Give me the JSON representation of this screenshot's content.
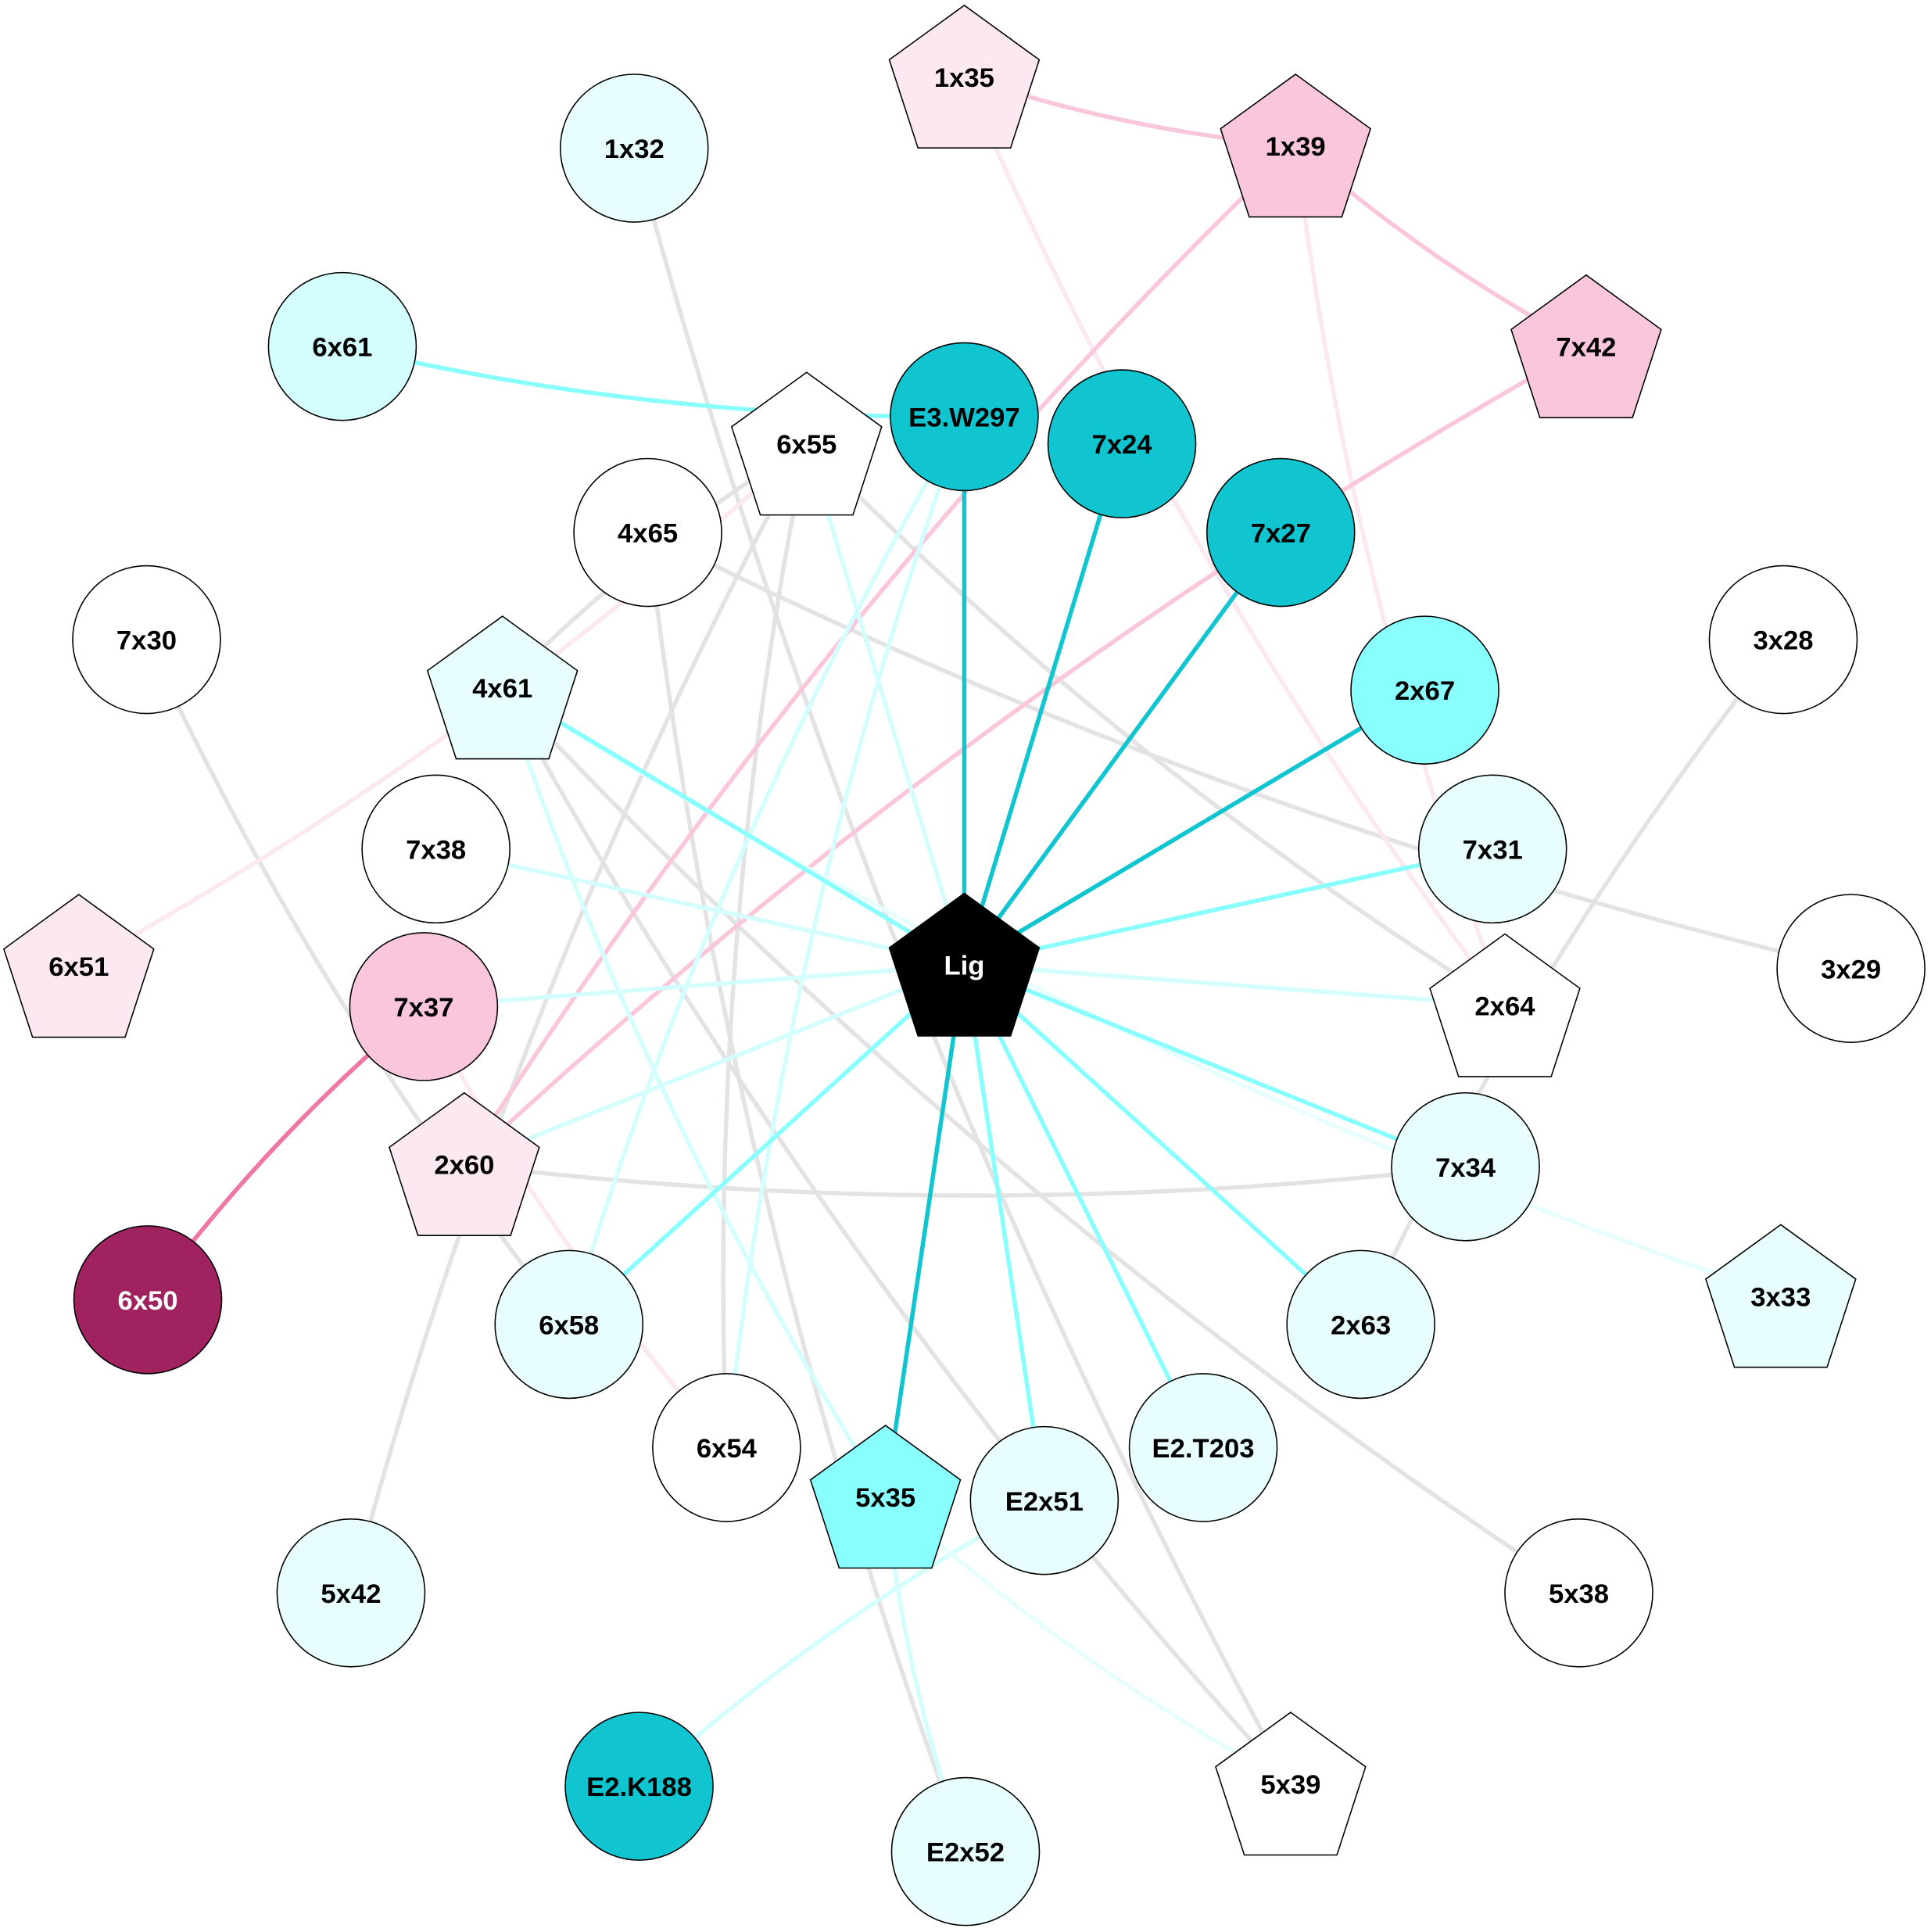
{
  "colors": {
    "dark_teal": "#10c5d0",
    "cyan": "#88fefe",
    "light_cyan": "#d4fefe",
    "pale_cyan": "#e8fefe",
    "pink": "#f9c6dc",
    "pale_pink": "#fce8f0",
    "dark_pink": "#ee77a5",
    "magenta": "#a0225e",
    "gray": "#e3e3e3",
    "white": "#ffffff",
    "black": "#000000"
  },
  "nodes": [
    {
      "id": "1x35",
      "shape": "pentagon",
      "fill": "#fce8f0",
      "text": "#000"
    },
    {
      "id": "1x39",
      "shape": "pentagon",
      "fill": "#f9c6dc",
      "text": "#000"
    },
    {
      "id": "1x32",
      "shape": "circle",
      "fill": "#e8fefe",
      "text": "#000"
    },
    {
      "id": "6x61",
      "shape": "circle",
      "fill": "#d4fefe",
      "text": "#000"
    },
    {
      "id": "7x42",
      "shape": "pentagon",
      "fill": "#f9c6dc",
      "text": "#000"
    },
    {
      "id": "E3.W297",
      "shape": "circle",
      "fill": "#10c5d0",
      "text": "#000"
    },
    {
      "id": "6x55",
      "shape": "pentagon",
      "fill": "#ffffff",
      "text": "#000"
    },
    {
      "id": "7x24",
      "shape": "circle",
      "fill": "#10c5d0",
      "text": "#000"
    },
    {
      "id": "4x65",
      "shape": "circle",
      "fill": "#ffffff",
      "text": "#000"
    },
    {
      "id": "7x27",
      "shape": "circle",
      "fill": "#10c5d0",
      "text": "#000"
    },
    {
      "id": "7x30",
      "shape": "circle",
      "fill": "#ffffff",
      "text": "#000"
    },
    {
      "id": "3x28",
      "shape": "circle",
      "fill": "#ffffff",
      "text": "#000"
    },
    {
      "id": "4x61",
      "shape": "pentagon",
      "fill": "#e8fefe",
      "text": "#000"
    },
    {
      "id": "2x67",
      "shape": "circle",
      "fill": "#88fefe",
      "text": "#000"
    },
    {
      "id": "7x38",
      "shape": "circle",
      "fill": "#ffffff",
      "text": "#000"
    },
    {
      "id": "7x31",
      "shape": "circle",
      "fill": "#e8fefe",
      "text": "#000"
    },
    {
      "id": "6x51",
      "shape": "pentagon",
      "fill": "#fce8f0",
      "text": "#000"
    },
    {
      "id": "Lig",
      "shape": "pentagon",
      "fill": "#000000",
      "text": "#fff"
    },
    {
      "id": "3x29",
      "shape": "circle",
      "fill": "#ffffff",
      "text": "#000"
    },
    {
      "id": "7x37",
      "shape": "circle",
      "fill": "#f9c6dc",
      "text": "#000"
    },
    {
      "id": "2x64",
      "shape": "pentagon",
      "fill": "#ffffff",
      "text": "#000"
    },
    {
      "id": "2x60",
      "shape": "pentagon",
      "fill": "#fce8f0",
      "text": "#000"
    },
    {
      "id": "7x34",
      "shape": "circle",
      "fill": "#e8fefe",
      "text": "#000"
    },
    {
      "id": "6x50",
      "shape": "circle",
      "fill": "#a0225e",
      "text": "#fff"
    },
    {
      "id": "3x33",
      "shape": "pentagon",
      "fill": "#e8fefe",
      "text": "#000"
    },
    {
      "id": "6x58",
      "shape": "circle",
      "fill": "#e8fefe",
      "text": "#000"
    },
    {
      "id": "2x63",
      "shape": "circle",
      "fill": "#e8fefe",
      "text": "#000"
    },
    {
      "id": "6x54",
      "shape": "circle",
      "fill": "#ffffff",
      "text": "#000"
    },
    {
      "id": "E2.T203",
      "shape": "circle",
      "fill": "#e8fefe",
      "text": "#000"
    },
    {
      "id": "5x35",
      "shape": "pentagon",
      "fill": "#88fefe",
      "text": "#000"
    },
    {
      "id": "E2x51",
      "shape": "circle",
      "fill": "#e8fefe",
      "text": "#000"
    },
    {
      "id": "5x42",
      "shape": "circle",
      "fill": "#e8fefe",
      "text": "#000"
    },
    {
      "id": "5x38",
      "shape": "circle",
      "fill": "#ffffff",
      "text": "#000"
    },
    {
      "id": "E2.K188",
      "shape": "circle",
      "fill": "#10c5d0",
      "text": "#000"
    },
    {
      "id": "5x39",
      "shape": "pentagon",
      "fill": "#ffffff",
      "text": "#000"
    },
    {
      "id": "E2x52",
      "shape": "circle",
      "fill": "#e8fefe",
      "text": "#000"
    }
  ],
  "edges": [
    {
      "s": "1x32",
      "t": "5x39",
      "color": "#e3e3e3"
    },
    {
      "s": "6x55",
      "t": "4x61",
      "color": "#e3e3e3"
    },
    {
      "s": "6x55",
      "t": "5x42",
      "color": "#e3e3e3"
    },
    {
      "s": "6x55",
      "t": "6x54",
      "color": "#e3e3e3"
    },
    {
      "s": "6x55",
      "t": "2x64",
      "color": "#e3e3e3"
    },
    {
      "s": "4x65",
      "t": "E2x52",
      "color": "#e3e3e3"
    },
    {
      "s": "4x65",
      "t": "3x29",
      "color": "#e3e3e3"
    },
    {
      "s": "4x61",
      "t": "5x38",
      "color": "#e3e3e3"
    },
    {
      "s": "4x61",
      "t": "5x39",
      "color": "#e3e3e3"
    },
    {
      "s": "7x30",
      "t": "6x58",
      "color": "#e3e3e3"
    },
    {
      "s": "3x28",
      "t": "2x63",
      "color": "#e3e3e3"
    },
    {
      "s": "2x60",
      "t": "7x34",
      "color": "#e3e3e3"
    },
    {
      "s": "6x51",
      "t": "6x55",
      "color": "#fce8f0"
    },
    {
      "s": "1x35",
      "t": "2x64",
      "color": "#fce8f0"
    },
    {
      "s": "1x39",
      "t": "2x64",
      "color": "#fce8f0"
    },
    {
      "s": "7x37",
      "t": "6x54",
      "color": "#fce8f0"
    },
    {
      "s": "1x35",
      "t": "1x39",
      "color": "#f9c6dc"
    },
    {
      "s": "1x39",
      "t": "7x42",
      "color": "#f9c6dc"
    },
    {
      "s": "1x39",
      "t": "2x60",
      "color": "#f9c6dc"
    },
    {
      "s": "7x42",
      "t": "2x60",
      "color": "#f9c6dc"
    },
    {
      "s": "7x37",
      "t": "6x50",
      "color": "#ee77a5"
    },
    {
      "s": "6x61",
      "t": "E3.W297",
      "color": "#88fefe"
    },
    {
      "s": "E3.W297",
      "t": "6x58",
      "color": "#d4fefe"
    },
    {
      "s": "E3.W297",
      "t": "6x54",
      "color": "#d4fefe"
    },
    {
      "s": "4x61",
      "t": "5x35",
      "color": "#d4fefe"
    },
    {
      "s": "4x61",
      "t": "3x33",
      "color": "#e8fefe"
    },
    {
      "s": "E2x51",
      "t": "E2.K188",
      "color": "#d4fefe"
    },
    {
      "s": "5x35",
      "t": "5x39",
      "color": "#e8fefe"
    },
    {
      "s": "5x35",
      "t": "E2x52",
      "color": "#d4fefe"
    },
    {
      "s": "Lig",
      "t": "6x55",
      "color": "#d4fefe"
    },
    {
      "s": "Lig",
      "t": "7x38",
      "color": "#d4fefe"
    },
    {
      "s": "Lig",
      "t": "7x37",
      "color": "#d4fefe"
    },
    {
      "s": "Lig",
      "t": "2x60",
      "color": "#d4fefe"
    },
    {
      "s": "Lig",
      "t": "2x64",
      "color": "#d4fefe"
    },
    {
      "s": "Lig",
      "t": "4x61",
      "color": "#88fefe"
    },
    {
      "s": "Lig",
      "t": "7x31",
      "color": "#88fefe"
    },
    {
      "s": "Lig",
      "t": "7x34",
      "color": "#88fefe"
    },
    {
      "s": "Lig",
      "t": "2x63",
      "color": "#88fefe"
    },
    {
      "s": "Lig",
      "t": "E2.T203",
      "color": "#88fefe"
    },
    {
      "s": "Lig",
      "t": "E2x51",
      "color": "#88fefe"
    },
    {
      "s": "Lig",
      "t": "6x58",
      "color": "#88fefe"
    },
    {
      "s": "Lig",
      "t": "E3.W297",
      "color": "#10c5d0"
    },
    {
      "s": "Lig",
      "t": "7x24",
      "color": "#10c5d0"
    },
    {
      "s": "Lig",
      "t": "7x27",
      "color": "#10c5d0"
    },
    {
      "s": "Lig",
      "t": "2x67",
      "color": "#10c5d0"
    },
    {
      "s": "Lig",
      "t": "5x35",
      "color": "#10c5d0"
    }
  ]
}
